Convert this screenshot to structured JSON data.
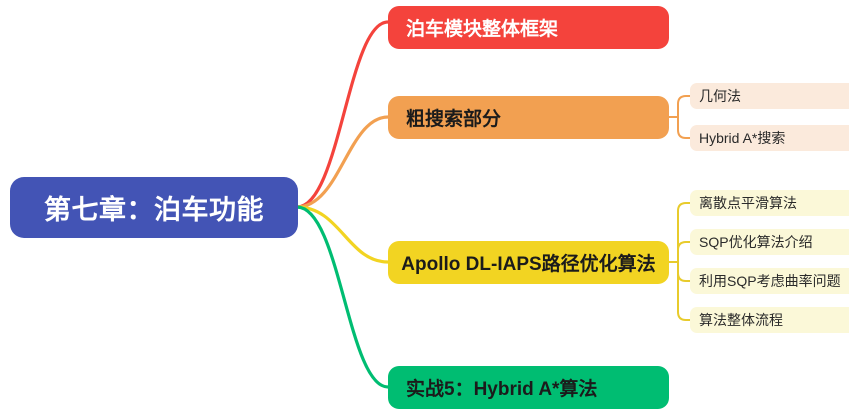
{
  "map": {
    "root": {
      "label": "第七章：泊车功能",
      "color": "#4354b5",
      "text_color": "#ffffff"
    },
    "branches": [
      {
        "label": "泊车模块整体框架",
        "color": "#f4433c",
        "text_color": "#ffffff",
        "children": []
      },
      {
        "label": "粗搜索部分",
        "color": "#f2a051",
        "text_color": "#1b1b1b",
        "children": [
          {
            "label": "几何法",
            "color": "#fbeadc"
          },
          {
            "label": "Hybrid A*搜索",
            "color": "#fbeadc"
          }
        ]
      },
      {
        "label": "Apollo DL-IAPS路径优化算法",
        "color": "#f2d422",
        "text_color": "#1b1b1b",
        "children": [
          {
            "label": "离散点平滑算法",
            "color": "#fbf8d8"
          },
          {
            "label": "SQP优化算法介绍",
            "color": "#fbf8d8"
          },
          {
            "label": "利用SQP考虑曲率问题",
            "color": "#fbf8d8"
          },
          {
            "label": "算法整体流程",
            "color": "#fbf8d8"
          }
        ]
      },
      {
        "label": "实战5：Hybrid A*算法",
        "color": "#00bd72",
        "text_color": "#1b1b1b",
        "children": []
      }
    ]
  }
}
